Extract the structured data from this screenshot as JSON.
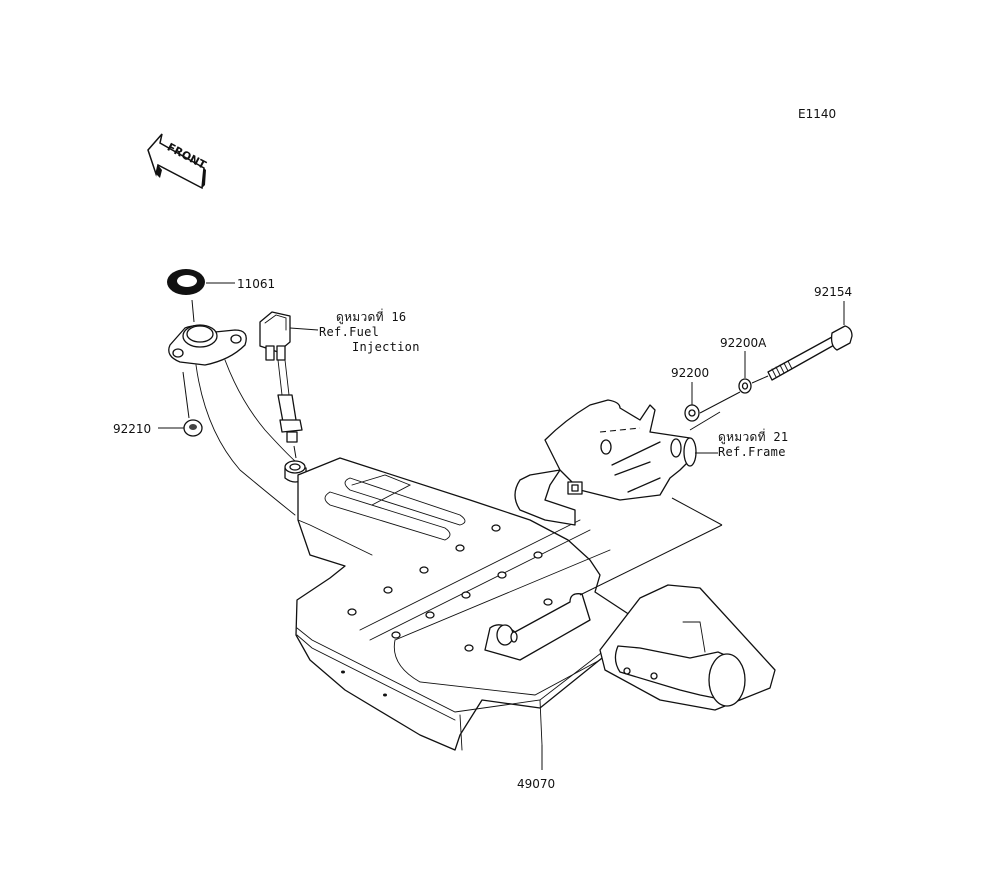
{
  "diagram": {
    "code": "E1140",
    "direction_badge": "FRONT",
    "parts": [
      {
        "id": "11061",
        "name": "gasket"
      },
      {
        "id": "92210",
        "name": "nut"
      },
      {
        "id": "92200",
        "name": "washer"
      },
      {
        "id": "92200A",
        "name": "washer"
      },
      {
        "id": "92154",
        "name": "bolt"
      },
      {
        "id": "49070",
        "name": "muffler"
      }
    ],
    "references": [
      {
        "thai": "ดูหมวดที่ 16",
        "line1": "Ref.Fuel",
        "line2": "Injection"
      },
      {
        "thai": "ดูหมวดที่ 21",
        "line1": "Ref.Frame"
      }
    ]
  }
}
